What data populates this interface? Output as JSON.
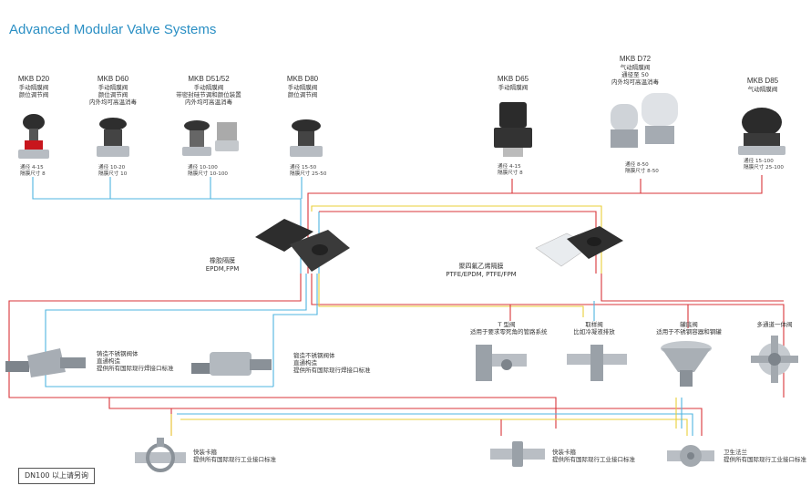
{
  "title": "Advanced Modular Valve Systems",
  "valves": [
    {
      "model": "MKB  D20",
      "name": "手动隔膜阀",
      "desc": [
        "颜位调节阀"
      ],
      "spec": [
        "通径 4-15",
        "隔膜尺寸 8"
      ]
    },
    {
      "model": "MKB  D60",
      "name": "手动隔膜阀",
      "desc": [
        "颜位调节阀",
        "内外均可高温消毒"
      ],
      "spec": [
        "通径 10-20",
        "隔膜尺寸 10"
      ]
    },
    {
      "model": "MKB  D51/52",
      "name": "手动隔膜阀",
      "desc": [
        "带密封硅节调和颜位装置",
        "内外均可高温消毒"
      ],
      "spec": [
        "通径 10-100",
        "隔膜尺寸 10-100"
      ]
    },
    {
      "model": "MKB  D80",
      "name": "手动隔膜阀",
      "desc": [
        "颜位调节阀"
      ],
      "spec": [
        "通径 15-50",
        "隔膜尺寸 25-50"
      ]
    },
    {
      "model": "MKB  D65",
      "name": "手动隔膜阀",
      "desc": [],
      "spec": [
        "通径 4-15",
        "隔膜尺寸 8"
      ]
    },
    {
      "model": "MKB  D72",
      "name": "气动隔膜阀",
      "desc": [
        "通径至 50",
        "内外均可高温消毒"
      ],
      "spec": [
        "通径 8-50",
        "隔膜尺寸 8-50"
      ]
    },
    {
      "model": "MKB  D85",
      "name": "气动隔膜阀",
      "desc": [],
      "spec": [
        "通径 15-100",
        "隔膜尺寸 25-100"
      ]
    }
  ],
  "membranes": [
    {
      "label": [
        "橡胶隔膜",
        "EPDM,FPM"
      ]
    },
    {
      "label": [
        "聚四氟乙烯隔膜",
        "PTFE/EPDM, PTFE/FPM"
      ]
    }
  ],
  "bodies": [
    {
      "label": [
        "铸造不锈钢阀体",
        "直通构造",
        "提供所有国际现行焊接口标准"
      ]
    },
    {
      "label": [
        "锻造不锈钢阀体",
        "直通构造",
        "提供所有国际现行焊接口标准"
      ]
    },
    {
      "label": [
        "T 型阀",
        "适用于要求零死角的管路系统"
      ]
    },
    {
      "label": [
        "取样阀",
        "比如冷凝液排放"
      ]
    },
    {
      "label": [
        "罐底阀",
        "适用于不锈钢容器和钢罐"
      ]
    },
    {
      "label": [
        "多通道一体阀"
      ]
    }
  ],
  "connections": [
    {
      "label": [
        "快装卡箍",
        "提供所有国际现行工业接口标准"
      ]
    },
    {
      "label": [
        "快装卡箍",
        "提供所有国际现行工业接口标准"
      ]
    },
    {
      "label": [
        "卫生法兰",
        "提供所有国际现行工业接口标准"
      ]
    }
  ],
  "note": "DN100 以上请另询",
  "colors": {
    "title": "#2a8fc4",
    "line_red": "#d9343a",
    "line_blue": "#4fb4e0",
    "line_yellow": "#e9cf3a",
    "body_dark": "#3a3a3a"
  }
}
